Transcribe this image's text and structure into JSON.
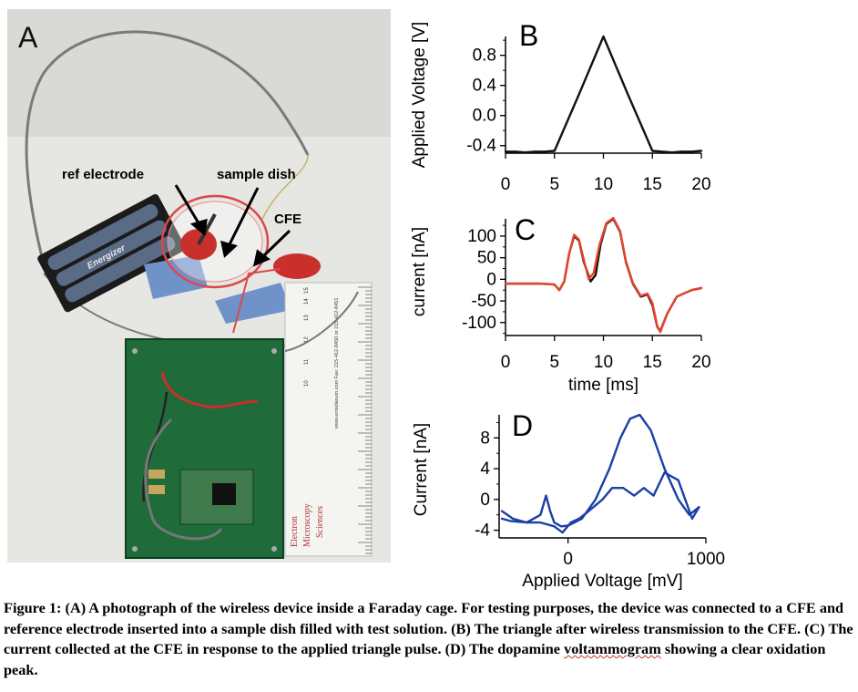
{
  "panel_a": {
    "letter": "A",
    "labels": {
      "ref_electrode": "ref electrode",
      "sample_dish": "sample dish",
      "cfe": "CFE"
    },
    "battery_text": "Energizer",
    "ruler_text": {
      "company_1": "Electron",
      "company_2": "Microscopy",
      "company_3": "Sciences",
      "contact": "www.emsdiasum.com  Fax: 215-412-8450 or 215-412-8451",
      "numbers": [
        "10",
        "11",
        "12",
        "13",
        "14",
        "15"
      ]
    }
  },
  "caption": {
    "text_before": "Figure 1: (A) A photograph of the wireless device inside a Faraday cage.  For testing purposes, the device was connected to a CFE and reference electrode inserted into a sample dish filled with test solution.  (B) The triangle after wireless transmission to the CFE. (C) The current collected at the CFE in response to the applied triangle pulse.  (D) The dopamine ",
    "underlined_word": "voltammogram",
    "text_after": " showing a clear oxidation peak."
  },
  "chart_data": [
    {
      "id": "B",
      "type": "line",
      "panel_letter": "B",
      "xlabel": "",
      "ylabel": "Applied Voltage [V]",
      "xlim": [
        0,
        20
      ],
      "ylim": [
        -0.5,
        1.05
      ],
      "x_ticks": [
        "0",
        "5",
        "10",
        "15",
        "20"
      ],
      "x_tick_values": [
        0,
        5,
        10,
        15,
        20
      ],
      "y_ticks": [
        "-0.4",
        "0.0",
        "0.4",
        "0.8"
      ],
      "y_tick_values": [
        -0.4,
        0.0,
        0.4,
        0.8
      ],
      "series": [
        {
          "color": "#111111",
          "points": [
            [
              0,
              -0.48
            ],
            [
              1,
              -0.48
            ],
            [
              2,
              -0.49
            ],
            [
              3,
              -0.48
            ],
            [
              4,
              -0.48
            ],
            [
              5,
              -0.47
            ],
            [
              7.5,
              0.28
            ],
            [
              10,
              1.05
            ],
            [
              12.5,
              0.28
            ],
            [
              15,
              -0.47
            ],
            [
              16,
              -0.48
            ],
            [
              17,
              -0.49
            ],
            [
              18,
              -0.48
            ],
            [
              19,
              -0.48
            ],
            [
              20,
              -0.47
            ]
          ]
        }
      ]
    },
    {
      "id": "C",
      "type": "line",
      "panel_letter": "C",
      "xlabel": "time [ms]",
      "ylabel": "current [nA]",
      "xlim": [
        0,
        20
      ],
      "ylim": [
        -130,
        140
      ],
      "x_ticks": [
        "0",
        "5",
        "10",
        "15",
        "20"
      ],
      "x_tick_values": [
        0,
        5,
        10,
        15,
        20
      ],
      "y_ticks": [
        "-100",
        "-50",
        "0",
        "50",
        "100"
      ],
      "y_tick_values": [
        -100,
        -50,
        0,
        50,
        100
      ],
      "series": [
        {
          "color": "#111111",
          "points": [
            [
              0,
              -10
            ],
            [
              3.5,
              -10
            ],
            [
              5,
              -12
            ],
            [
              5.5,
              -25
            ],
            [
              6,
              -5
            ],
            [
              6.5,
              60
            ],
            [
              7,
              100
            ],
            [
              7.5,
              90
            ],
            [
              8,
              40
            ],
            [
              8.7,
              -5
            ],
            [
              9.2,
              10
            ],
            [
              9.7,
              80
            ],
            [
              10.3,
              128
            ],
            [
              11,
              140
            ],
            [
              11.7,
              110
            ],
            [
              12.3,
              40
            ],
            [
              13,
              -10
            ],
            [
              13.8,
              -40
            ],
            [
              14.5,
              -35
            ],
            [
              15,
              -60
            ],
            [
              15.5,
              -110
            ],
            [
              15.8,
              -120
            ],
            [
              16.5,
              -80
            ],
            [
              17.5,
              -40
            ],
            [
              19,
              -25
            ],
            [
              20,
              -20
            ]
          ]
        },
        {
          "color": "#e8432b",
          "points": [
            [
              0,
              -10
            ],
            [
              3.5,
              -10
            ],
            [
              5,
              -12
            ],
            [
              5.5,
              -25
            ],
            [
              6,
              -5
            ],
            [
              6.5,
              60
            ],
            [
              7,
              103
            ],
            [
              7.5,
              92
            ],
            [
              8,
              45
            ],
            [
              8.5,
              0
            ],
            [
              9,
              15
            ],
            [
              9.6,
              80
            ],
            [
              10.3,
              130
            ],
            [
              11,
              142
            ],
            [
              11.7,
              112
            ],
            [
              12.3,
              42
            ],
            [
              13,
              -8
            ],
            [
              13.8,
              -38
            ],
            [
              14.5,
              -33
            ],
            [
              15,
              -55
            ],
            [
              15.5,
              -108
            ],
            [
              15.8,
              -122
            ],
            [
              16.5,
              -80
            ],
            [
              17.5,
              -40
            ],
            [
              19,
              -25
            ],
            [
              20,
              -20
            ]
          ]
        }
      ]
    },
    {
      "id": "D",
      "type": "line",
      "panel_letter": "D",
      "xlabel": "Applied Voltage [mV]",
      "ylabel": "Current [nA]",
      "xlim": [
        -500,
        1000
      ],
      "ylim": [
        -5,
        11
      ],
      "x_ticks": [
        "0",
        "1000"
      ],
      "x_tick_values": [
        0,
        1000
      ],
      "y_ticks": [
        "-4",
        "0",
        "4",
        "8"
      ],
      "y_tick_values": [
        -4,
        0,
        4,
        8
      ],
      "series": [
        {
          "color": "#1a3fa8",
          "points": [
            [
              -480,
              -1.5
            ],
            [
              -400,
              -2.5
            ],
            [
              -300,
              -3
            ],
            [
              -200,
              -2
            ],
            [
              -160,
              0.5
            ],
            [
              -130,
              -1.5
            ],
            [
              -100,
              -3
            ],
            [
              -50,
              -3.5
            ],
            [
              0,
              -3.4
            ],
            [
              100,
              -2.5
            ],
            [
              200,
              0
            ],
            [
              300,
              4
            ],
            [
              380,
              8
            ],
            [
              450,
              10.5
            ],
            [
              520,
              11
            ],
            [
              600,
              9
            ],
            [
              700,
              4
            ],
            [
              800,
              0
            ],
            [
              880,
              -2
            ],
            [
              950,
              -1
            ]
          ]
        },
        {
          "color": "#1a3fa8",
          "points": [
            [
              950,
              -1
            ],
            [
              900,
              -2.5
            ],
            [
              850,
              0
            ],
            [
              800,
              2.5
            ],
            [
              700,
              3.5
            ],
            [
              620,
              0.5
            ],
            [
              550,
              1.5
            ],
            [
              480,
              0.5
            ],
            [
              400,
              1.5
            ],
            [
              320,
              1.5
            ],
            [
              250,
              0
            ],
            [
              150,
              -1.5
            ],
            [
              80,
              -2.5
            ],
            [
              20,
              -3
            ],
            [
              -40,
              -4.3
            ],
            [
              -100,
              -3.5
            ],
            [
              -200,
              -3
            ],
            [
              -300,
              -3
            ],
            [
              -420,
              -2.8
            ],
            [
              -480,
              -2.5
            ]
          ]
        }
      ]
    }
  ]
}
